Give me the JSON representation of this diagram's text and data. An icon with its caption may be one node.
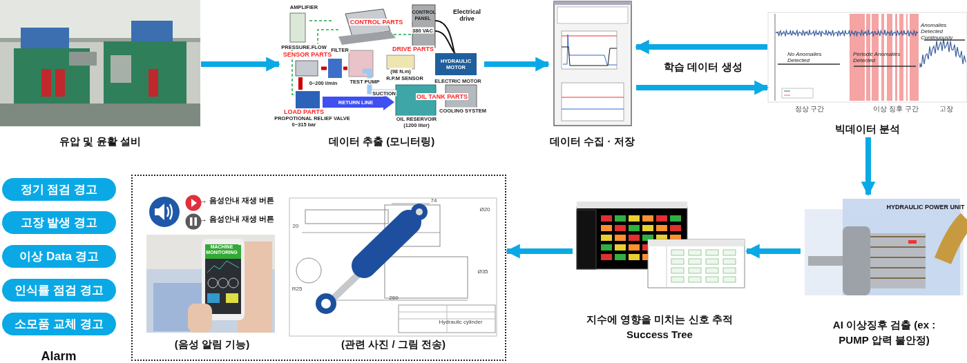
{
  "diagram": {
    "nodes": [
      {
        "text": [
          "유압 및 윤활 설비"
        ]
      },
      {
        "text": [
          "데이터 추출 (모니터링)"
        ]
      },
      {
        "text": [
          "데이터 수집 · 저장"
        ]
      },
      {
        "text": [
          "빅데이터 분석"
        ],
        "beside": [
          "정상 구간",
          "이상 징후 구간",
          "고장"
        ]
      },
      {
        "text": [
          "AI 이상징후 검출 (ex : PUMP 압력 불안정)"
        ]
      },
      {
        "text": [
          "지수에 영향을 미치는 신호 추적 Success Tree"
        ]
      },
      {
        "text": [],
        "shape": "box"
      },
      {
        "text": [
          "(음성 알림 기능)"
        ],
        "in": 6
      },
      {
        "text": [
          "(관련 사진 / 그림 전송)"
        ],
        "in": 6
      },
      {
        "text": [
          "정기 점검 경고"
        ]
      },
      {
        "text": [
          "고장 발생 경고"
        ]
      },
      {
        "text": [
          "이상 Data 경고"
        ]
      },
      {
        "text": [
          "인식률 점검 경고"
        ]
      },
      {
        "text": [
          "소모품 교체 경고"
        ]
      }
    ],
    "edges": [
      {
        "from": 0,
        "to": 1,
        "arrow": "to"
      },
      {
        "from": 1,
        "to": 2,
        "arrow": "to"
      },
      {
        "from": 3,
        "to": 2,
        "arrow": "to"
      },
      {
        "from": 2,
        "to": 3,
        "arrow": "to"
      },
      {
        "from": 3,
        "to": 4,
        "arrow": "to"
      },
      {
        "from": 4,
        "to": 5,
        "arrow": "to"
      },
      {
        "from": 5,
        "to": 6,
        "arrow": "to"
      }
    ],
    "labels": [
      "AMPLIFIER",
      "CONTROL PANEL",
      "380 VAC",
      "Electrical drive",
      "CONTROL PARTS",
      "PRESSURE.FLOW",
      "SENSOR PARTS",
      "FILTER",
      "DRIVE PARTS",
      "HYDRAULIC MOTOR",
      "(98 N.m)",
      "0~200 l/min",
      "TEST PUMP",
      "R.P.M SENSOR",
      "ELECTRIC MOTOR",
      "SUCTION",
      "OIL TANK PARTS",
      "RETURN LINE",
      "LOAD PARTS",
      "PROPOTIONAL RELIEF VALVE",
      "0~315 bar",
      "OIL RESERVOIR",
      "(1200 liter)",
      "COOLING SYSTEM",
      "학습 데이터 생성",
      "No Anomalies Detected",
      "Periodic Anomalies Detected",
      "Anomalies Detected Continuously",
      "HYDRAULIC POWER UNIT",
      "→ 음성안내 재생 버튼",
      "→ 음성안내 재생 버튼",
      "MACHINE MONITORING",
      "74",
      "Ø20",
      "20",
      "Ø35",
      "R25",
      "260",
      "Hydraulic cylinder",
      "Alarm"
    ]
  }
}
